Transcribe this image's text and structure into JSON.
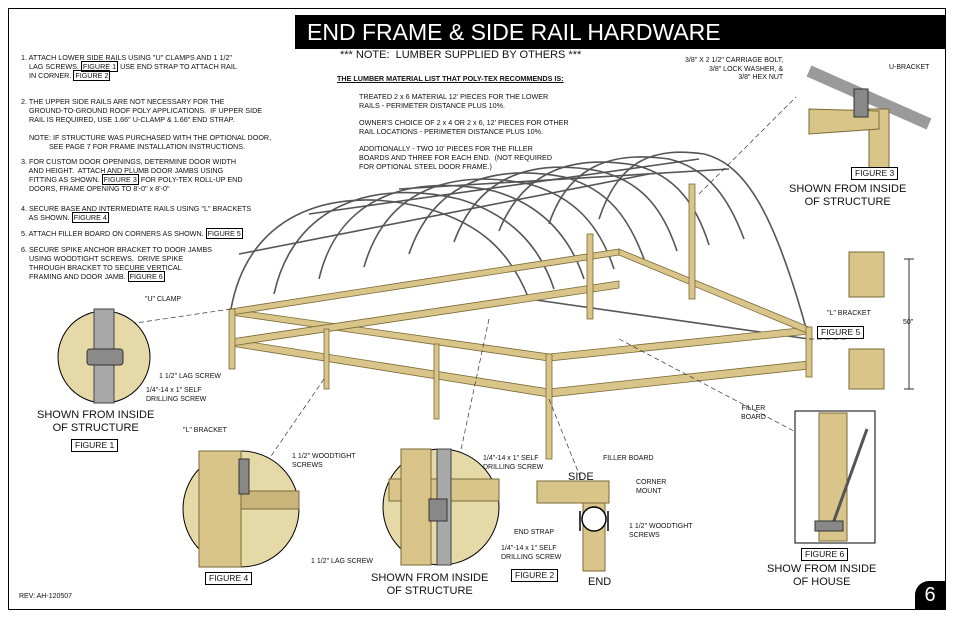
{
  "title": "END FRAME & SIDE RAIL HARDWARE",
  "page_number": "6",
  "revision": "REV: AH-120507",
  "steps": [
    {
      "pre": "1. ATTACH LOWER SIDE RAILS USING \"U\" CLAMPS AND 1 1/2\"\n    LAG SCREWS. ",
      "ref1": "FIGURE 1",
      "mid": " USE END STRAP TO ATTACH RAIL\n    IN CORNER. ",
      "ref2": "FIGURE 2"
    },
    {
      "text": "2. THE UPPER SIDE RAILS ARE NOT NECESSARY FOR THE\n    GROUND-TO-GROUND ROOF POLY APPLICATIONS.  IF UPPER SIDE\n    RAIL IS REQUIRED, USE 1.66\" U-CLAMP & 1.66\" END STRAP.\n\n    NOTE: IF STRUCTURE WAS PURCHASED WITH THE OPTIONAL DOOR,\n              SEE PAGE 7 FOR FRAME INSTALLATION INSTRUCTIONS."
    },
    {
      "pre": "3. FOR CUSTOM DOOR OPENINGS, DETERMINE DOOR WIDTH\n    AND HEIGHT.  ATTACH AND PLUMB DOOR JAMBS USING\n    FITTING AS SHOWN. ",
      "ref1": "FIGURE 3",
      "mid": " FOR POLY-TEX ROLL-UP END\n    DOORS, FRAME OPENING TO 8'-0\" x 8'-0\""
    },
    {
      "pre": "4. SECURE BASE AND INTERMEDIATE RAILS USING \"L\" BRACKETS\n    AS SHOWN. ",
      "ref1": "FIGURE 4"
    },
    {
      "pre": "5. ATTACH FILLER BOARD ON CORNERS AS SHOWN. ",
      "ref1": "FIGURE 5"
    },
    {
      "pre": "6. SECURE SPIKE ANCHOR BRACKET TO DOOR JAMBS\n    USING WOODTIGHT SCREWS.  DRIVE SPIKE\n    THROUGH BRACKET TO SECURE VERTICAL\n    FRAMING AND DOOR JAMB. ",
      "ref1": "FIGURE 6"
    }
  ],
  "lumber": {
    "note": "*** NOTE:  LUMBER SUPPLIED BY OTHERS ***",
    "heading": "THE LUMBER MATERIAL LIST THAT POLY-TEX RECOMMENDS IS:",
    "items": [
      "TREATED 2 x 6 MATERIAL 12' PIECES FOR THE LOWER\nRAILS - PERIMETER DISTANCE PLUS 10%.",
      "OWNER'S CHOICE OF 2 x 4 OR 2 x 6, 12' PIECES FOR OTHER\nRAIL LOCATIONS - PERIMETER DISTANCE PLUS 10%.",
      "ADDITIONALLY - TWO 10' PIECES FOR THE FILLER\nBOARDS AND THREE FOR EACH END.  (NOT REQUIRED\nFOR OPTIONAL STEEL DOOR FRAME.)"
    ]
  },
  "labels": {
    "u_clamp": "\"U\" CLAMP",
    "lag_screw_1": "1 1/2\" LAG SCREW",
    "self_drill_1": "1/4\"-14 x 1\" SELF\nDRILLING SCREW",
    "l_bracket_4": "\"L\" BRACKET",
    "woodtight_4": "1 1/2\" WOODTIGHT\nSCREWS",
    "self_drill_mid": "1/4\"-14 x 1\" SELF\nDRILLING SCREW",
    "lag_screw_mid": "1 1/2\" LAG SCREW",
    "filler_board": "FILLER BOARD",
    "side": "SIDE",
    "end": "END",
    "corner_mount": "CORNER\nMOUNT",
    "end_strap": "END STRAP",
    "self_drill_2": "1/4\"-14 x 1\" SELF\nDRILLING SCREW",
    "woodtight_2": "1 1/2\" WOODTIGHT\nSCREWS",
    "carriage": "3/8\" X 2 1/2\" CARRIAGE BOLT,\n3/8\" LOCK WASHER, &\n3/8\" HEX NUT",
    "u_bracket": "U-BRACKET",
    "l_bracket_5": "\"L\" BRACKET",
    "dim_50": "50\"",
    "filler_board_5": "FILLER\nBOARD"
  },
  "figures": {
    "f1": "FIGURE 1",
    "f2": "FIGURE 2",
    "f3": "FIGURE 3",
    "f4": "FIGURE 4",
    "f5": "FIGURE 5",
    "f6": "FIGURE 6"
  },
  "captions": {
    "c1": "SHOWN FROM INSIDE\nOF STRUCTURE",
    "c3": "SHOWN FROM INSIDE\nOF STRUCTURE",
    "c4": "SHOWN FROM INSIDE\nOF STRUCTURE",
    "c6": "SHOW FROM INSIDE\nOF HOUSE"
  },
  "colors": {
    "wood": "#d9c58a",
    "wood_dark": "#b59f5e",
    "steel": "#9a9a9a",
    "ink": "#000000"
  }
}
